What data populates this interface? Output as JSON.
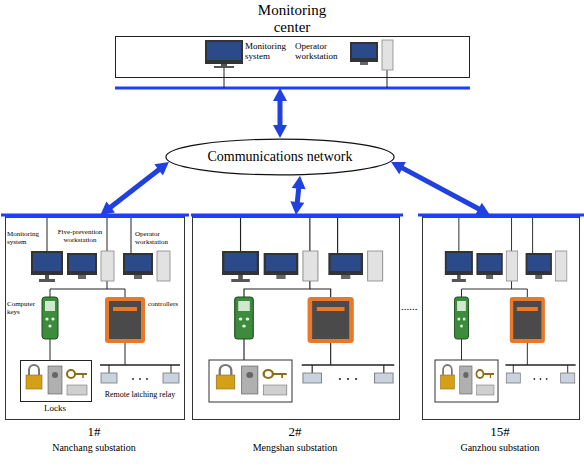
{
  "diagram": {
    "nodes": [
      {
        "text": [
          "Monitoring center",
          "Monitoring system",
          "Operator workstation"
        ]
      },
      {
        "text": [
          "Communications network"
        ]
      },
      {
        "text": [
          "1#",
          "Nanchang substation",
          "Monitoring system",
          "Five-prevention workstation",
          "Operator workstation",
          "Computer keys",
          "controllers",
          "Remote latching relay"
        ]
      },
      {
        "text": [
          "Locks"
        ],
        "in": 2
      },
      {
        "text": [
          "2#",
          "Mengshan substation"
        ]
      },
      {
        "text": [
          "15#",
          "Ganzhou substation"
        ]
      }
    ],
    "edges": [
      {
        "from": 0,
        "to": 1,
        "arrow": "both"
      },
      {
        "from": 1,
        "to": 2,
        "arrow": "both"
      },
      {
        "from": 1,
        "to": 4,
        "arrow": "both"
      },
      {
        "from": 1,
        "to": 5,
        "arrow": "both"
      }
    ],
    "labels": [
      "......"
    ]
  }
}
